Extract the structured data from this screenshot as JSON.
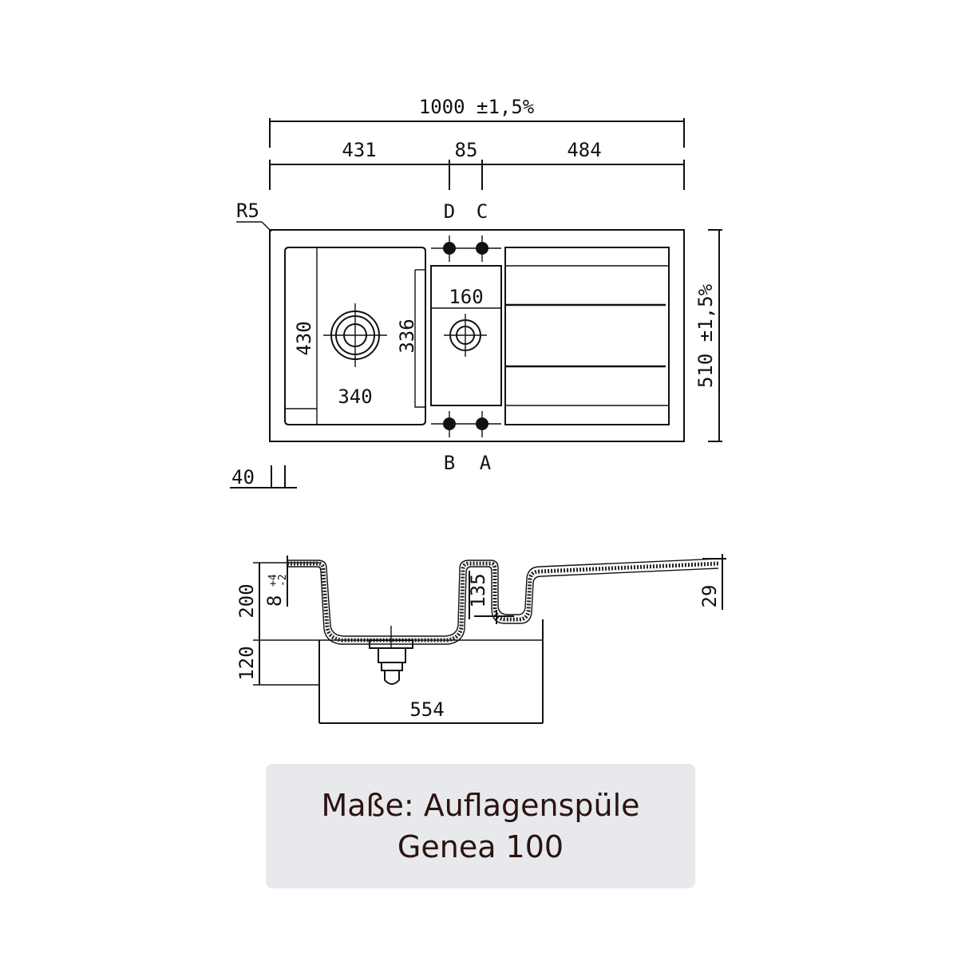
{
  "drawing": {
    "top_view": {
      "overall_width": "1000 ±1,5%",
      "segment_left": "431",
      "segment_middle": "85",
      "segment_right": "484",
      "corner_radius": "R5",
      "label_d": "D",
      "label_c": "C",
      "label_b": "B",
      "label_a": "A",
      "main_bowl_height": "430",
      "main_bowl_width": "340",
      "small_bowl_height": "336",
      "small_bowl_width": "160",
      "overall_depth": "510 ±1,5%",
      "rim_thickness": "40"
    },
    "section_view": {
      "total_depth": "200",
      "rim_offset": "8",
      "rim_tolerance_plus": "+4",
      "rim_tolerance_minus": "-2",
      "small_bowl_depth": "135",
      "drainboard_height": "29",
      "waste_height": "120",
      "bowl_span": "554"
    }
  },
  "caption": {
    "line1": "Maße: Auflagenspüle",
    "line2": "Genea 100"
  }
}
